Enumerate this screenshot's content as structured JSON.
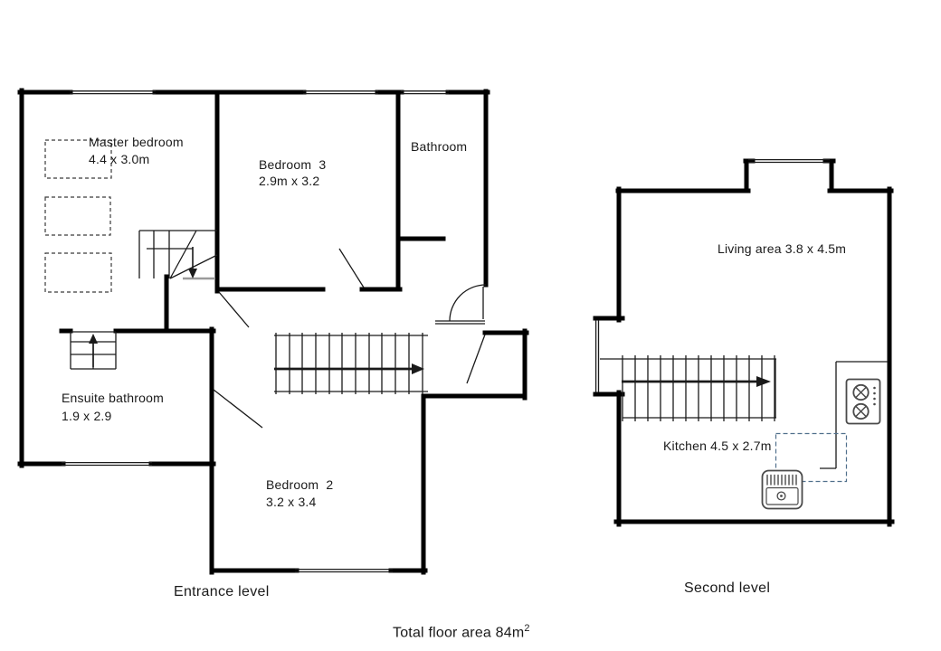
{
  "colors": {
    "wall": "#000000",
    "thin": "#1a1a1a",
    "threshold": "#9a9a9a",
    "fixture": "#4a4a4a",
    "furniture_dash": "#3a3a3a",
    "counter_dash": "#51708c",
    "text": "#1a1a1a",
    "background": "#ffffff"
  },
  "entrance_level": {
    "caption": "Entrance level",
    "rooms": {
      "master_bedroom": {
        "name": "Master bedroom",
        "dims": "4.4 x 3.0m"
      },
      "bedroom3": {
        "name": "Bedroom  3",
        "dims": "2.9m x 3.2"
      },
      "bathroom": {
        "name": "Bathroom"
      },
      "ensuite": {
        "name": "Ensuite bathroom",
        "dims": "1.9 x 2.9"
      },
      "bedroom2": {
        "name": "Bedroom  2",
        "dims": "3.2 x 3.4"
      }
    }
  },
  "second_level": {
    "caption": "Second level",
    "rooms": {
      "living": {
        "name": "Living area 3.8 x 4.5m"
      },
      "kitchen": {
        "name": "Kitchen 4.5 x 2.7m"
      }
    },
    "fixtures": [
      "stove-hob-icon",
      "kitchen-sink-icon"
    ]
  },
  "footer": {
    "total_area_label": "Total floor area 84m",
    "total_area_superscript": "2"
  }
}
